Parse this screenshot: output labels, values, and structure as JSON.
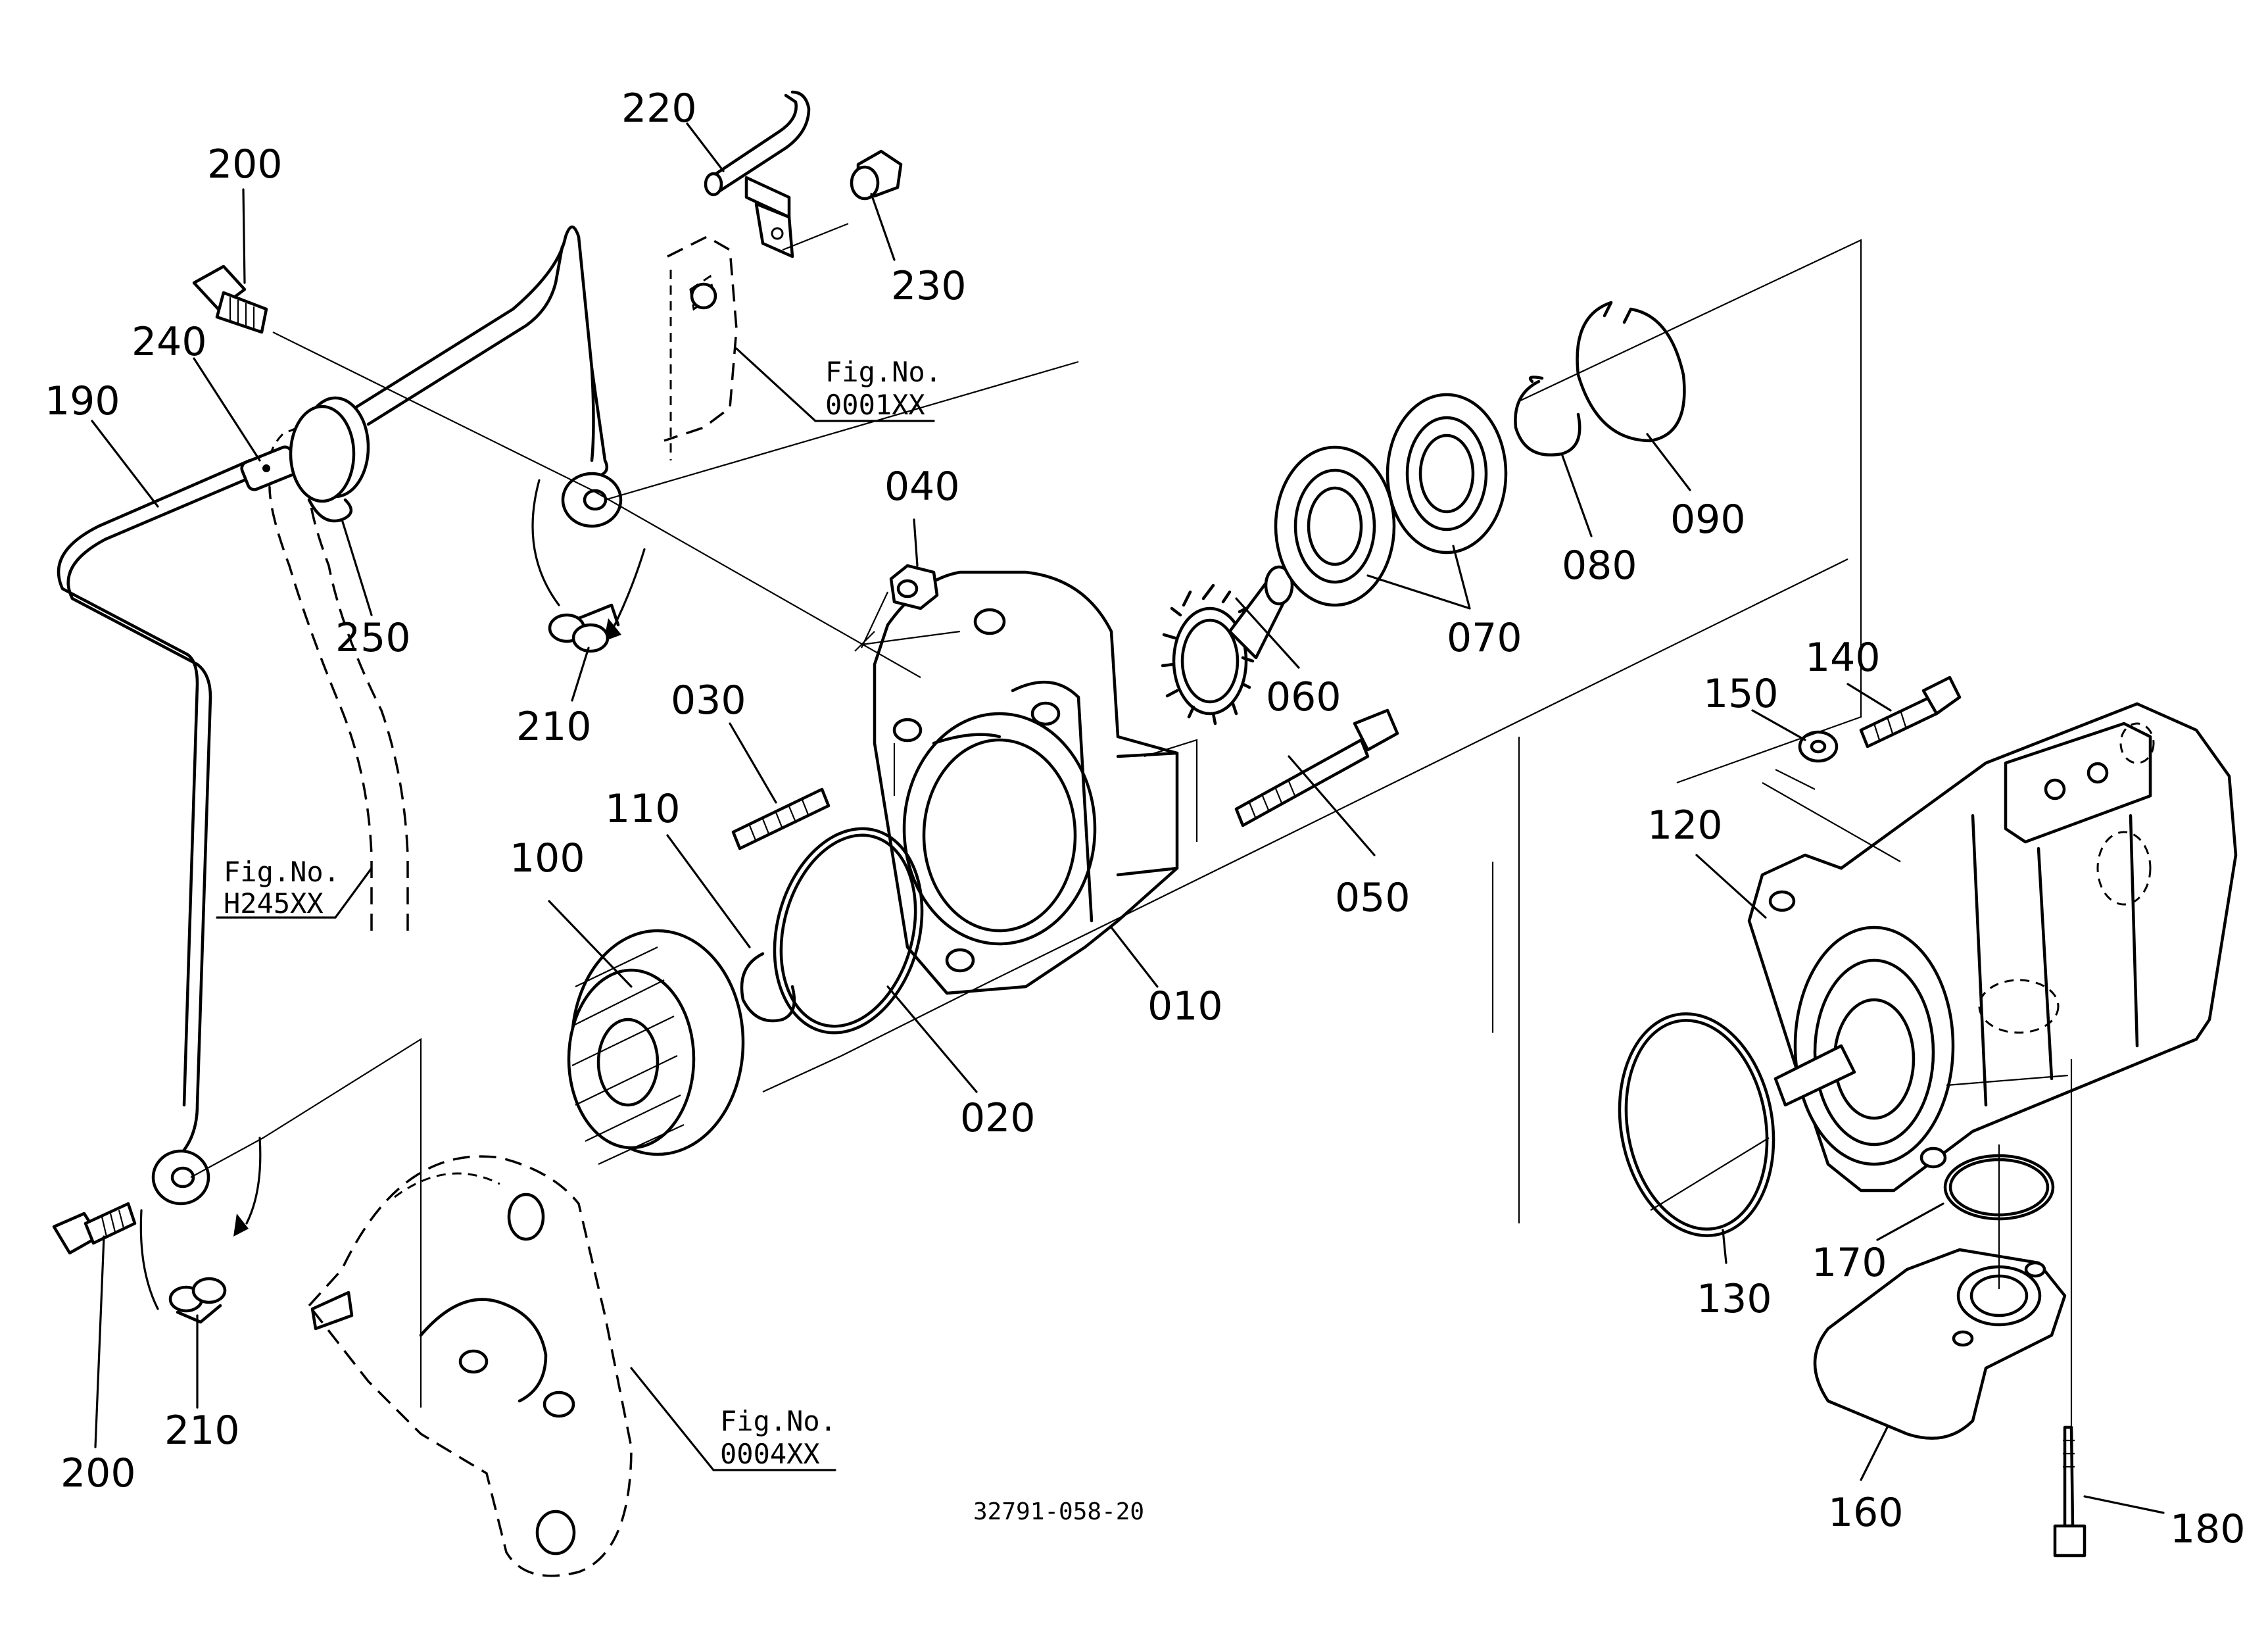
{
  "labels": {
    "p010": "010",
    "p020": "020",
    "p030": "030",
    "p040": "040",
    "p050": "050",
    "p060": "060",
    "p070": "070",
    "p080": "080",
    "p090": "090",
    "p100": "100",
    "p110": "110",
    "p120": "120",
    "p130": "130",
    "p140": "140",
    "p150": "150",
    "p160": "160",
    "p170": "170",
    "p180": "180",
    "p190": "190",
    "p200a": "200",
    "p200b": "200",
    "p210a": "210",
    "p210b": "210",
    "p220": "220",
    "p230": "230",
    "p240": "240",
    "p250": "250"
  },
  "figure_refs": {
    "ref1_prefix": "Fig.No.",
    "ref1_code": "0001XX",
    "ref2_prefix": "Fig.No.",
    "ref2_code": "H245XX",
    "ref3_prefix": "Fig.No.",
    "ref3_code": "0004XX"
  },
  "drawing_code": "32791-058-20",
  "colors": {
    "ink": "#000000",
    "paper": "#ffffff"
  }
}
